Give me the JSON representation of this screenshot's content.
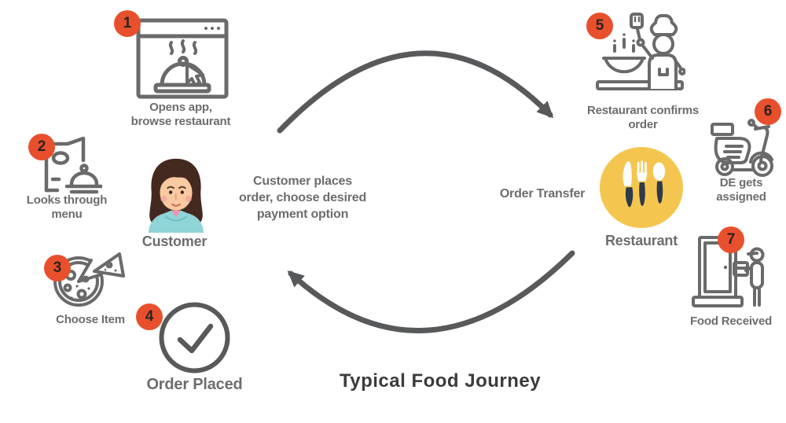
{
  "title": "Typical Food Journey",
  "colors": {
    "badge_orange": "#E8502D",
    "restaurant_yellow": "#F5C64F",
    "icon_stroke_gray": "#6A6A6A",
    "label_gray": "#6D6D6D",
    "arrow_gray": "#58595B",
    "title_dark": "#3B3B3B",
    "cutlery_handle_navy": "#2C3B4A"
  },
  "actors": {
    "customer": {
      "label": "Customer",
      "icon": "customer-avatar"
    },
    "restaurant": {
      "label": "Restaurant",
      "icon": "cutlery-circle-icon"
    }
  },
  "flows": {
    "order_placement": {
      "label": "Customer places\norder, choose desired\npayment option"
    },
    "order_transfer": {
      "label": "Order Transfer"
    }
  },
  "steps": [
    {
      "number": "1",
      "label": "Opens app,\nbrowse restaurant",
      "icon": "app-browser-icon"
    },
    {
      "number": "2",
      "label": "Looks through\nmenu",
      "icon": "menu-icon"
    },
    {
      "number": "3",
      "label": "Choose Item",
      "icon": "pizza-icon"
    },
    {
      "number": "4",
      "label": "Order Placed",
      "icon": "order-check-icon"
    },
    {
      "number": "5",
      "label": "Restaurant confirms\norder",
      "icon": "chef-cooking-icon"
    },
    {
      "number": "6",
      "label": "DE gets\nassigned",
      "icon": "delivery-scooter-icon"
    },
    {
      "number": "7",
      "label": "Food Received",
      "icon": "door-delivery-icon"
    }
  ]
}
